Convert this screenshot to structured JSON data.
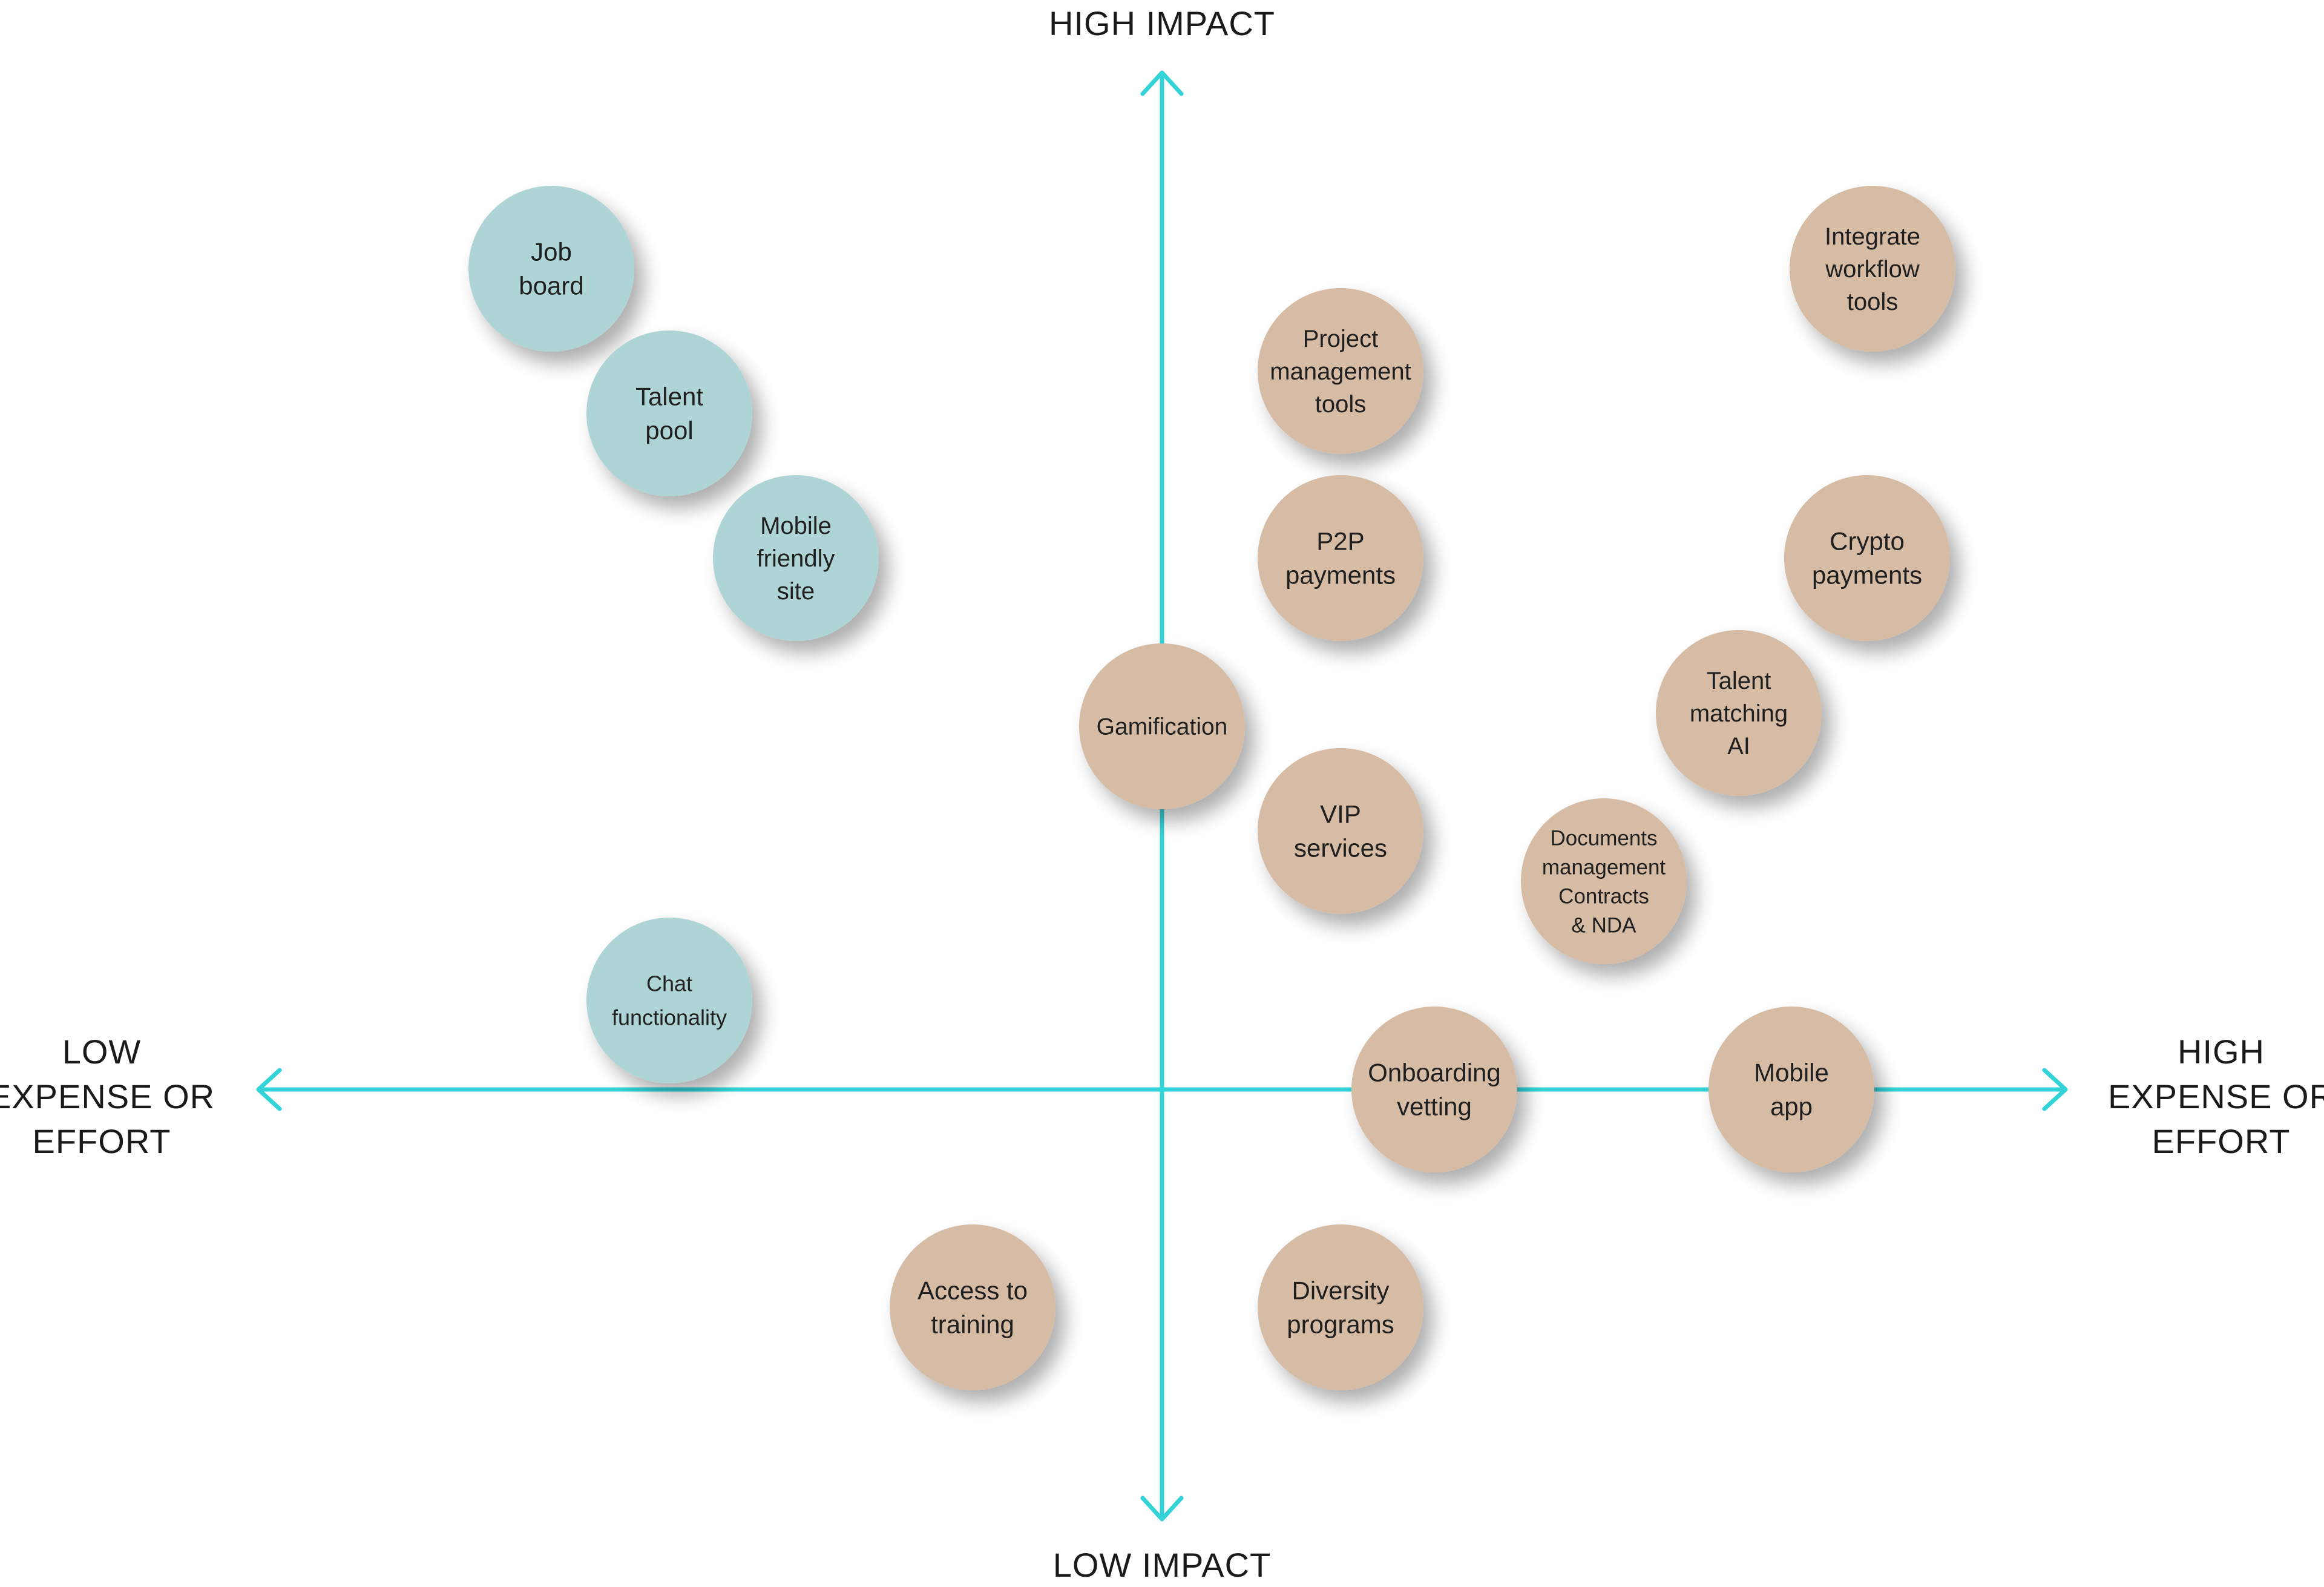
{
  "axes": {
    "top_label": "HIGH IMPACT",
    "bottom_label": "LOW IMPACT",
    "left_label": [
      "LOW",
      "EXPENSE OR",
      "EFFORT"
    ],
    "right_label": [
      "HIGH",
      "EXPENSE OR",
      "EFFORT"
    ],
    "axis_color": "#33d3d8"
  },
  "colors": {
    "low_effort": "#aed4d6",
    "high_effort": "#d6bba5"
  },
  "items": [
    {
      "lines": [
        "Job",
        "board"
      ],
      "group": "low_effort"
    },
    {
      "lines": [
        "Talent",
        "pool"
      ],
      "group": "low_effort"
    },
    {
      "lines": [
        "Mobile",
        "friendly",
        "site"
      ],
      "group": "low_effort"
    },
    {
      "lines": [
        "Chat",
        "functionality"
      ],
      "group": "low_effort"
    },
    {
      "lines": [
        "Project",
        "management",
        "tools"
      ],
      "group": "high_effort"
    },
    {
      "lines": [
        "P2P",
        "payments"
      ],
      "group": "high_effort"
    },
    {
      "lines": [
        "Gamification"
      ],
      "group": "high_effort"
    },
    {
      "lines": [
        "VIP",
        "services"
      ],
      "group": "high_effort"
    },
    {
      "lines": [
        "Integrate",
        "workflow",
        "tools"
      ],
      "group": "high_effort"
    },
    {
      "lines": [
        "Crypto",
        "payments"
      ],
      "group": "high_effort"
    },
    {
      "lines": [
        "Talent",
        "matching",
        "AI"
      ],
      "group": "high_effort"
    },
    {
      "lines": [
        "Documents",
        "management",
        "Contracts",
        "& NDA"
      ],
      "group": "high_effort"
    },
    {
      "lines": [
        "Onboarding",
        "vetting"
      ],
      "group": "high_effort"
    },
    {
      "lines": [
        "Mobile",
        "app"
      ],
      "group": "high_effort"
    },
    {
      "lines": [
        "Access to",
        "training"
      ],
      "group": "high_effort"
    },
    {
      "lines": [
        "Diversity",
        "programs"
      ],
      "group": "high_effort"
    }
  ]
}
